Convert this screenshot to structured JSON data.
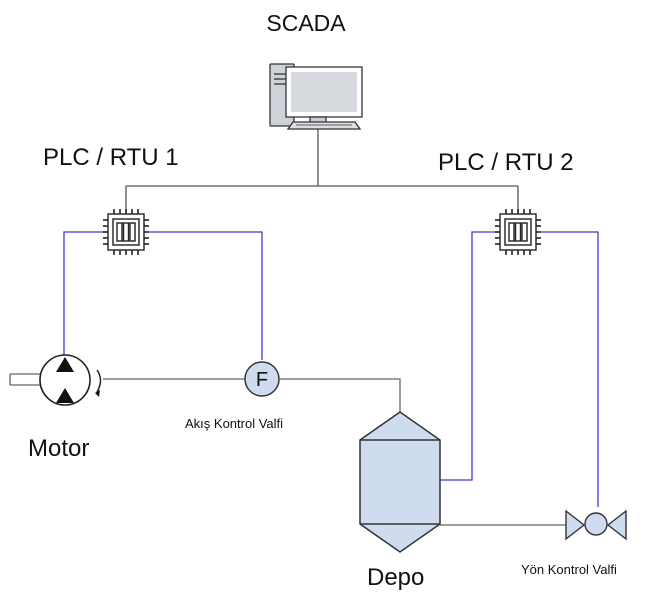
{
  "nodes": {
    "scada": {
      "label": "SCADA",
      "icon": "desktop-computer-icon"
    },
    "plc1": {
      "label": "PLC / RTU 1",
      "icon": "chip-icon"
    },
    "plc2": {
      "label": "PLC / RTU 2",
      "icon": "chip-icon"
    },
    "motor": {
      "label": "Motor",
      "icon": "pump-motor-icon"
    },
    "flow_valve": {
      "label": "Akış Kontrol Valfi",
      "symbol": "F"
    },
    "tank": {
      "label": "Depo"
    },
    "direction_valve": {
      "label": "Yön Kontrol Valfi"
    }
  },
  "colors": {
    "network_line": "#555555",
    "signal_line": "#3a3ad8",
    "equipment_fill": "#cfdbef",
    "equipment_stroke": "#333333"
  }
}
